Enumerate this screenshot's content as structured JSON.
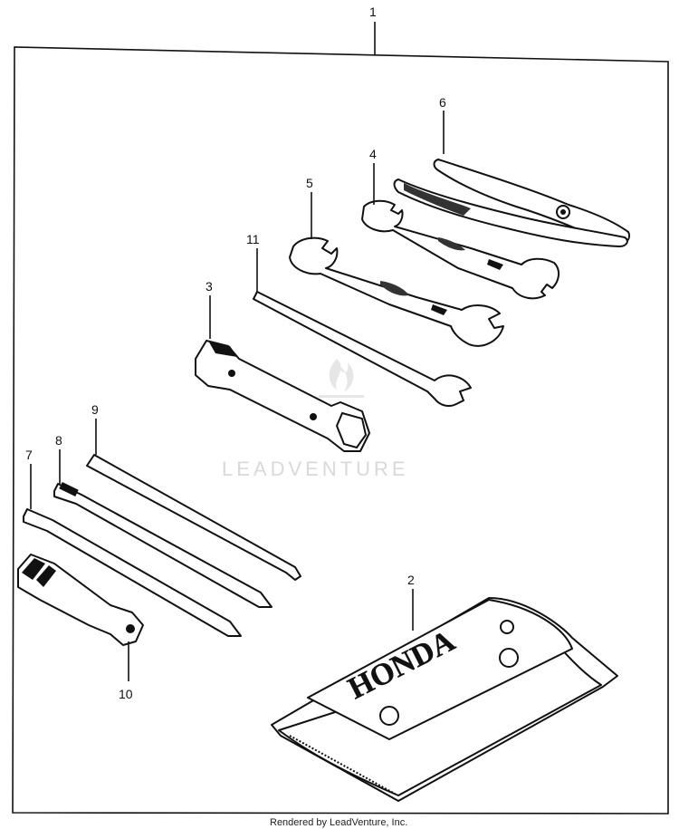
{
  "diagram": {
    "kit_number": "1",
    "callouts": {
      "pouch": "2",
      "socket_wrench": "3",
      "wrench_small": "4",
      "wrench_large": "5",
      "pliers": "6",
      "screwdriver_7": "7",
      "screwdriver_8": "8",
      "screwdriver_9": "9",
      "screwdriver_handle": "10",
      "bar": "11"
    },
    "pouch_brand": "HONDA",
    "watermark": "LEADVENTURE",
    "footer": "Rendered by LeadVenture, Inc."
  }
}
